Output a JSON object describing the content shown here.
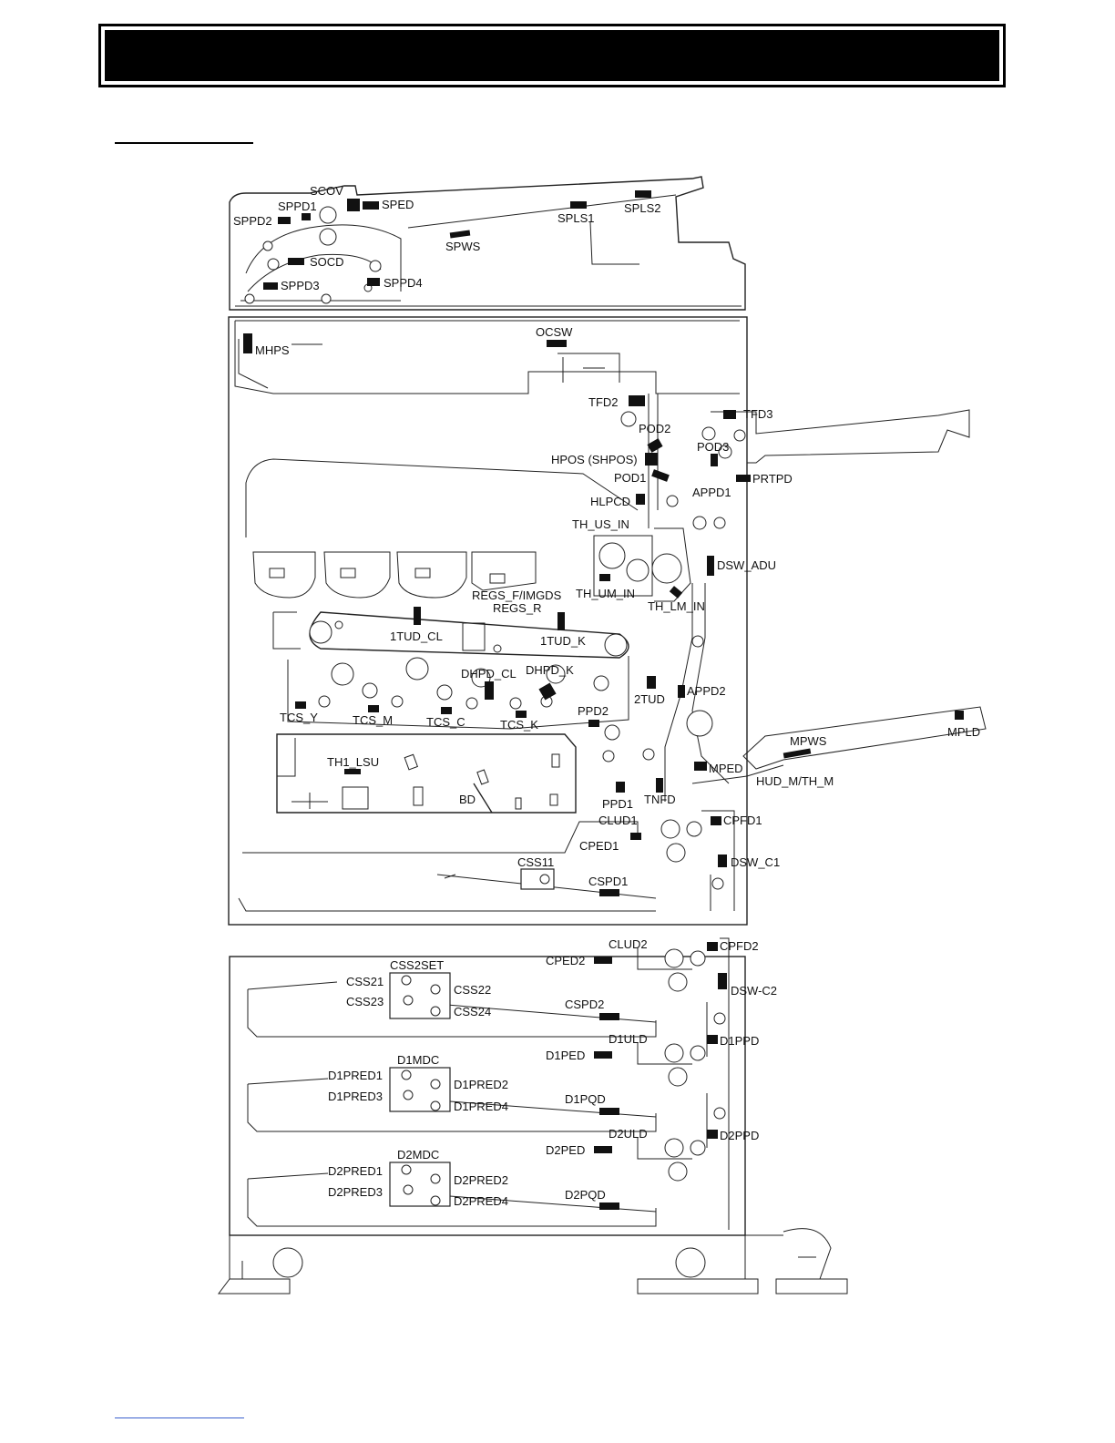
{
  "page": {
    "title": "",
    "section_heading": ""
  },
  "labels": {
    "scov": "SCOV",
    "sped": "SPED",
    "sppd1": "SPPD1",
    "sppd2": "SPPD2",
    "splst1": "SPLS1",
    "splst2": "SPLS2",
    "spws": "SPWS",
    "socd": "SOCD",
    "sppd3": "SPPD3",
    "sppd4": "SPPD4",
    "ocsw": "OCSW",
    "mhps": "MHPS",
    "tfd2": "TFD2",
    "tfd3": "TFD3",
    "pod2": "POD2",
    "pod3": "POD3",
    "hpos": "HPOS (SHPOS)",
    "pod1": "POD1",
    "prtpd": "PRTPD",
    "hlpcd": "HLPCD",
    "appd1": "APPD1",
    "th_us_in": "TH_US_IN",
    "dsw_adu": "DSW_ADU",
    "regs_f": "REGS_F/IMGDS",
    "th_um_in": "TH_UM_IN",
    "regs_r": "REGS_R",
    "th_lm_in": "TH_LM_IN",
    "tud_cl": "1TUD_CL",
    "tud_k": "1TUD_K",
    "dhpd_cl": "DHPD_CL",
    "dhpd_k": "DHPD_K",
    "tud2": "2TUD",
    "appd2": "APPD2",
    "tcs_y": "TCS_Y",
    "tcs_m": "TCS_M",
    "tcs_c": "TCS_C",
    "tcs_k": "TCS_K",
    "ppd2": "PPD2",
    "mpws": "MPWS",
    "mpld": "MPLD",
    "th1_lsu": "TH1_LSU",
    "mped": "MPED",
    "hud": "HUD_M/TH_M",
    "bd": "BD",
    "ppd1": "PPD1",
    "tnfd": "TNFD",
    "clud1": "CLUD1",
    "cpfd1": "CPFD1",
    "cped1": "CPED1",
    "css11": "CSS11",
    "dsw_c1": "DSW_C1",
    "cspd1": "CSPD1",
    "clud2": "CLUD2",
    "cpfd2": "CPFD2",
    "cped2": "CPED2",
    "css2set": "CSS2SET",
    "css21": "CSS21",
    "css22": "CSS22",
    "css23": "CSS23",
    "css24": "CSS24",
    "dsw_c2": "DSW-C2",
    "cspd2": "CSPD2",
    "d1uld": "D1ULD",
    "d1ppd": "D1PPD",
    "d1ped": "D1PED",
    "d1mdc": "D1MDC",
    "d1pred1": "D1PRED1",
    "d1pred2": "D1PRED2",
    "d1pred3": "D1PRED3",
    "d1pred4": "D1PRED4",
    "d1pqd": "D1PQD",
    "d2uld": "D2ULD",
    "d2ppd": "D2PPD",
    "d2ped": "D2PED",
    "d2mdc": "D2MDC",
    "d2pred1": "D2PRED1",
    "d2pred2": "D2PRED2",
    "d2pred3": "D2PRED3",
    "d2pred4": "D2PRED4",
    "d2pqd": "D2PQD"
  }
}
